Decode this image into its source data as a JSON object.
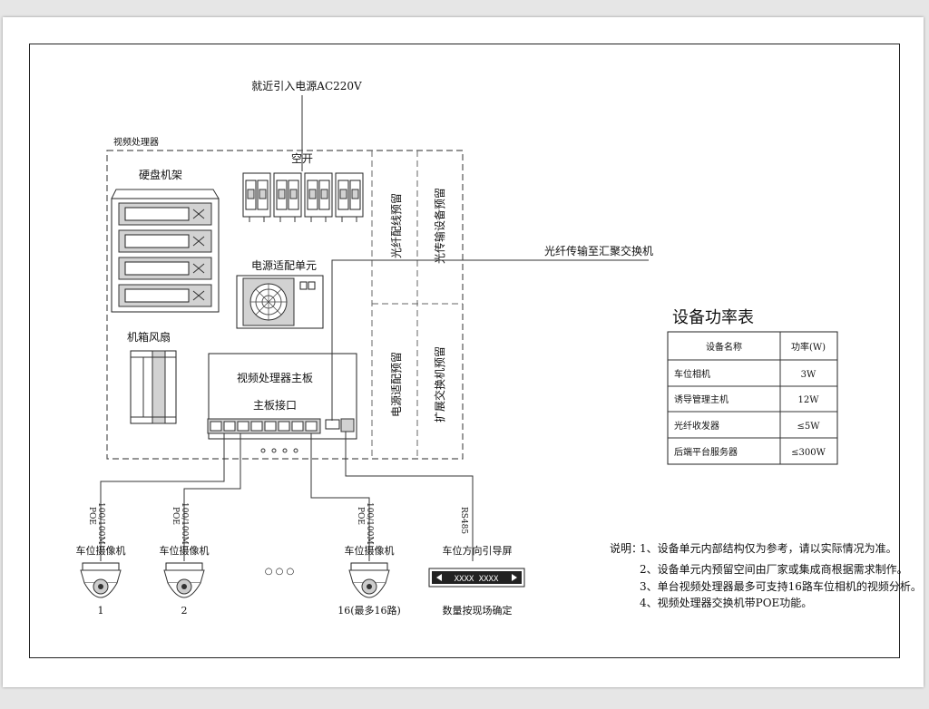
{
  "labels": {
    "power_source": "就近引入电源AC220V",
    "video_processor": "视频处理器",
    "disk_rack": "硬盘机架",
    "breakers": "空开",
    "power_adapter": "电源适配单元",
    "chassis_fan": "机箱风扇",
    "mainboard": "视频处理器主板",
    "board_ports": "主板接口",
    "fiber_patch": "光纤配线预留",
    "fiber_transport": "光传输设备预留",
    "power_adapter_reserve": "电源适配预留",
    "ext_switch": "扩展交换机预留",
    "fiber_uplink": "光纤传输至汇聚交换机",
    "camera_label": "车位摄像机",
    "cable_poe_a": "POE",
    "cable_poe_b": "100/100M",
    "cable_rs485": "RS485",
    "guide_screen": "车位方向引导屏",
    "guide_screen_text": "XXXX XXXX",
    "quantity_note": "数量按现场确定",
    "camera_1": "1",
    "camera_2": "2",
    "camera_16": "16(最多16路)",
    "ellipsis": "○ ○ ○"
  },
  "power_table": {
    "title": "设备功率表",
    "headers": [
      "设备名称",
      "功率(W)"
    ],
    "rows": [
      [
        "车位相机",
        "3W"
      ],
      [
        "诱导管理主机",
        "12W"
      ],
      [
        "光纤收发器",
        "≤5W"
      ],
      [
        "后端平台服务器",
        "≤300W"
      ]
    ]
  },
  "notes": {
    "prefix": "说明：",
    "items": [
      "1、设备单元内部结构仅为参考，请以实际情况为准。",
      "2、设备单元内预留空间由厂家或集成商根据需求制作。",
      "3、单台视频处理器最多可支持16路车位相机的视频分析。",
      "4、视频处理器交换机带POE功能。"
    ]
  }
}
